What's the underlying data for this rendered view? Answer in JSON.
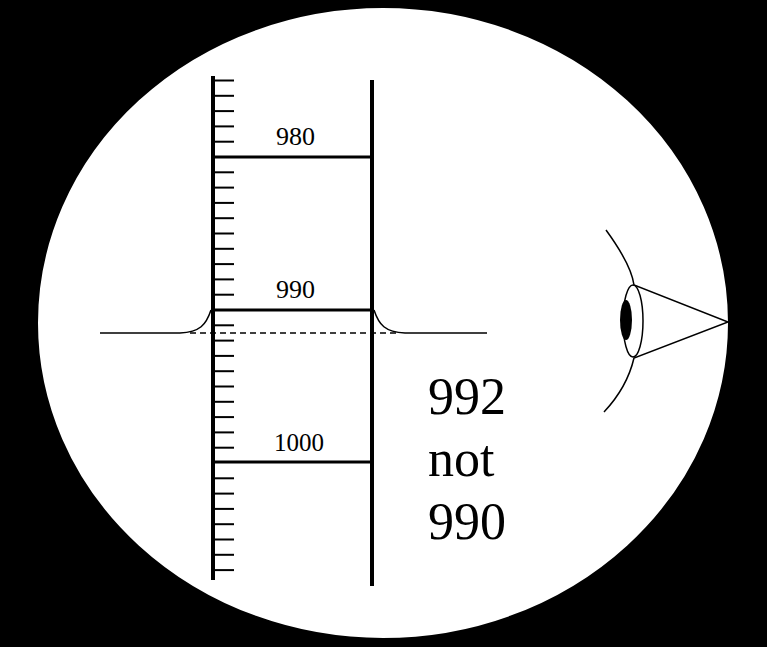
{
  "diagram": {
    "labels": [
      "980",
      "990",
      "1000",
      "992 not 990"
    ]
  }
}
